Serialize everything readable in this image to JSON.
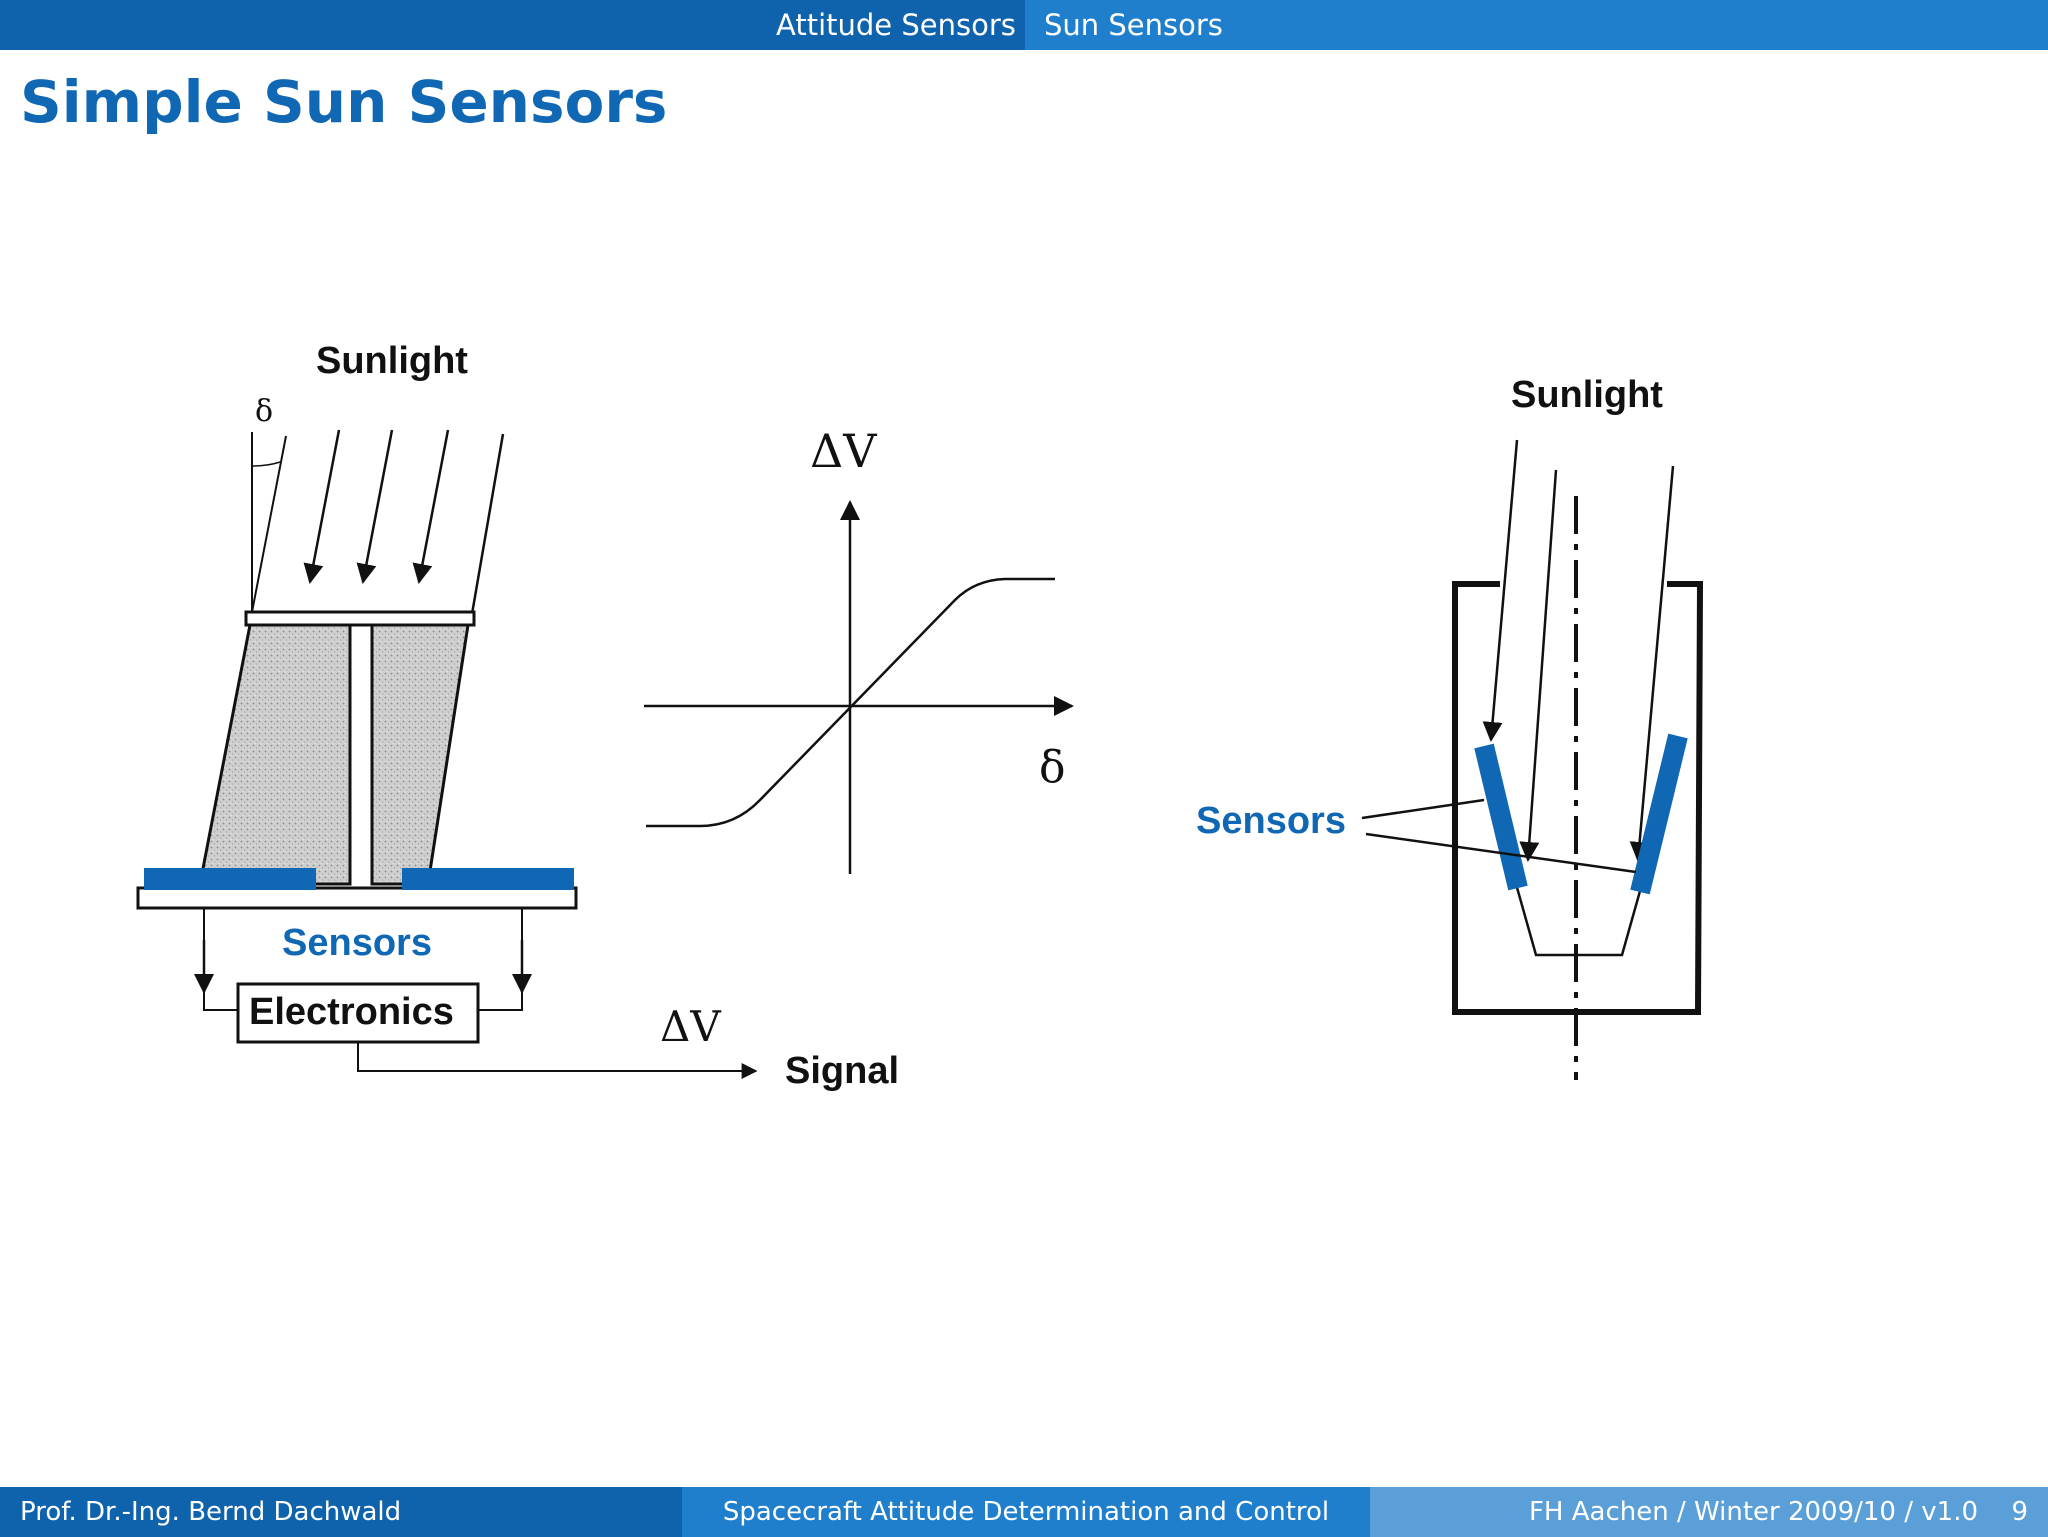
{
  "header": {
    "section": "Attitude Sensors",
    "subsection": "Sun Sensors"
  },
  "slide": {
    "title": "Simple Sun Sensors"
  },
  "diagram_left": {
    "sunlight_label": "Sunlight",
    "angle_symbol": "δ",
    "sensors_label": "Sensors",
    "electronics_label": "Electronics",
    "delta_v_label": "ΔV",
    "signal_label": "Signal"
  },
  "diagram_graph": {
    "y_axis_label": "ΔV",
    "x_axis_label": "δ"
  },
  "diagram_right": {
    "sunlight_label": "Sunlight",
    "sensors_label": "Sensors"
  },
  "footer": {
    "author": "Prof. Dr.-Ing. Bernd Dachwald",
    "course": "Spacecraft Attitude Determination and Control",
    "institution": "FH Aachen / Winter 2009/10 / v1.0",
    "page_number": "9"
  },
  "colors": {
    "header_dark": "#0f63ad",
    "header_light": "#1f7fcc",
    "accent_blue": "#1068b4",
    "sensor_blue": "#1068b4"
  }
}
